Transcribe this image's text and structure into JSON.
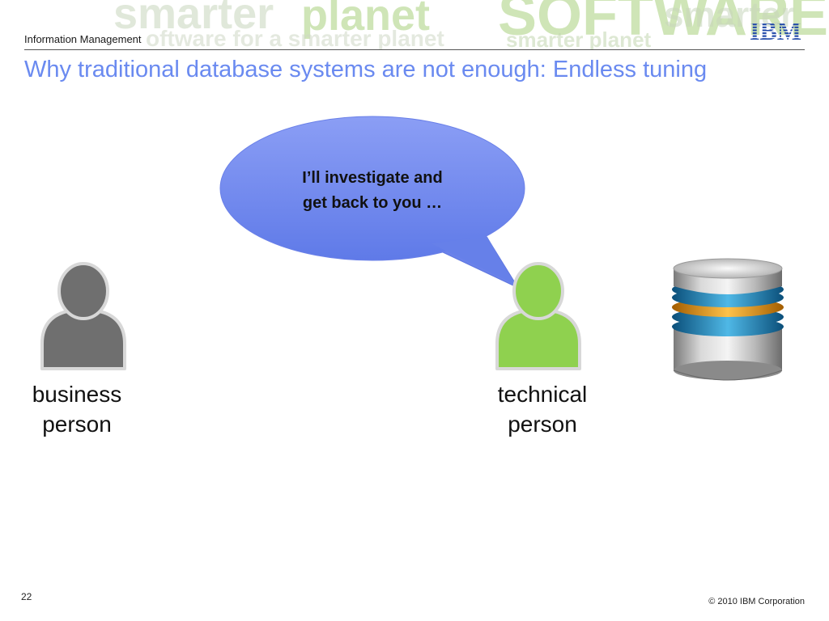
{
  "header": {
    "section": "Information Management",
    "logo_text": "IBM",
    "banner_words": [
      "smarter",
      "planet",
      "SOFTWARE",
      "smarter",
      "oftware for a smarter planet",
      "smarter planet"
    ]
  },
  "slide": {
    "title": "Why traditional database systems are not enough: Endless tuning",
    "bubble": {
      "line1": "I’ll investigate and",
      "line2": "get back to you …"
    },
    "business_person": {
      "line1": "business",
      "line2": "person"
    },
    "technical_person": {
      "line1": "technical",
      "line2": "person"
    }
  },
  "footer": {
    "page_number": "22",
    "copyright": "© 2010 IBM Corporation"
  },
  "colors": {
    "title": "#6a8af0",
    "bubble": "#7188ef",
    "business_person": "#6e6e6e",
    "technical_person": "#8fd14f"
  }
}
